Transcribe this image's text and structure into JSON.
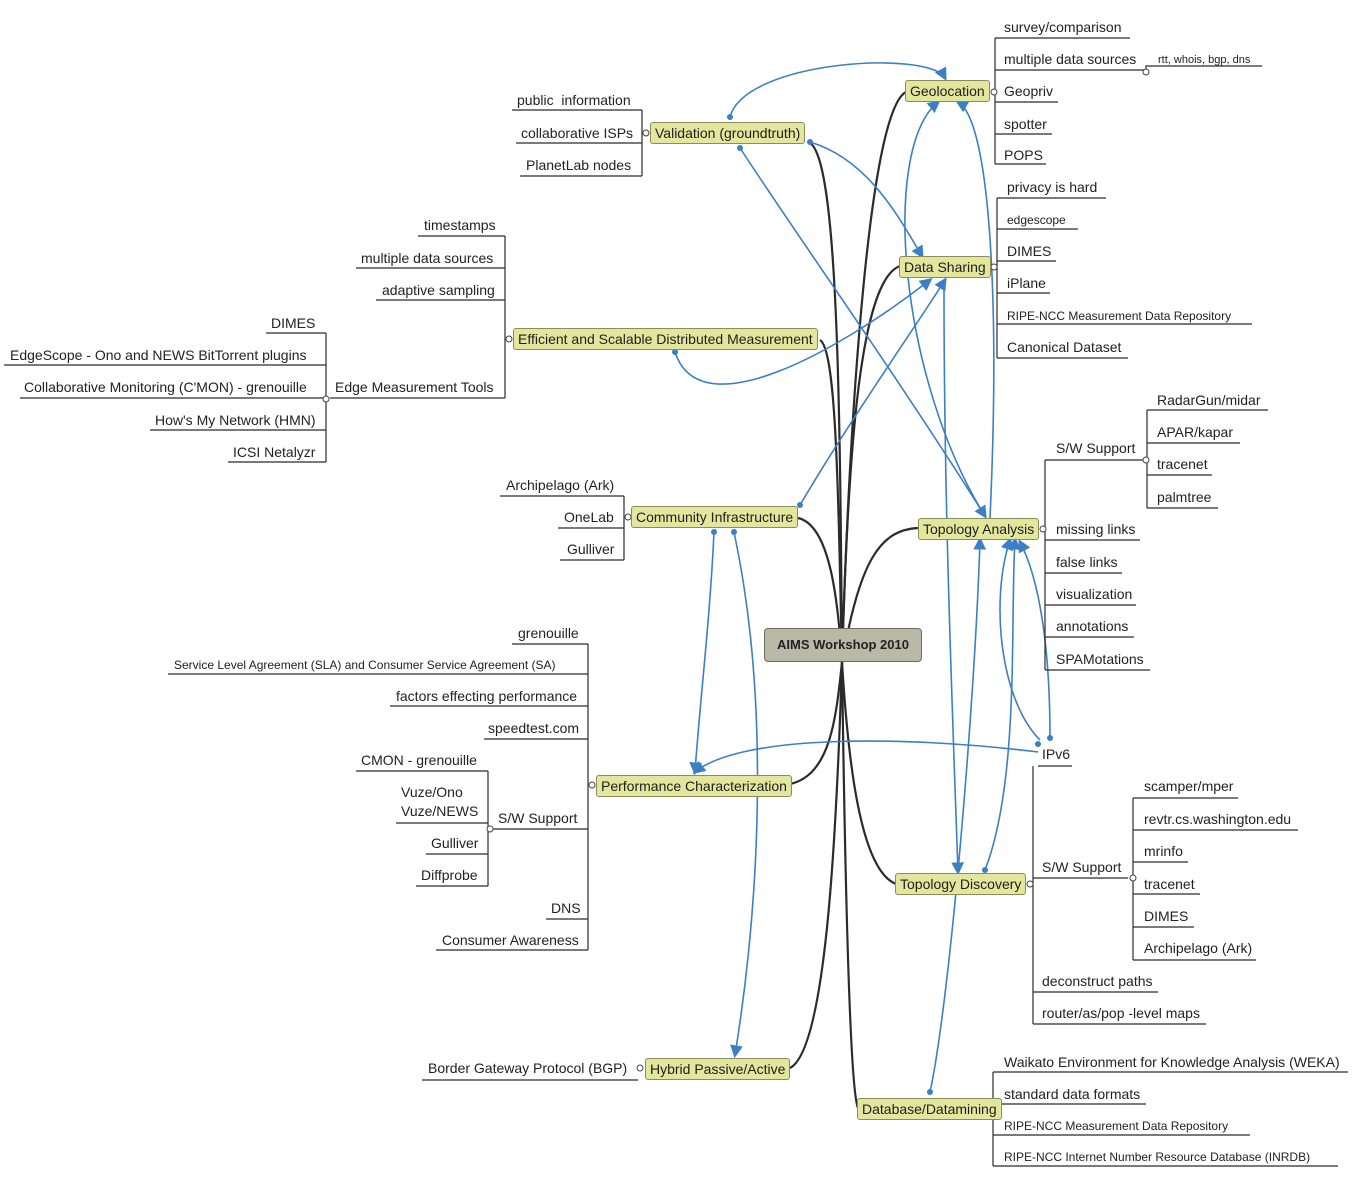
{
  "central": "AIMS Workshop 2010",
  "geolocation": {
    "title": "Geolocation",
    "items": [
      "survey/comparison",
      "multiple data sources",
      "Geopriv",
      "spotter",
      "POPS"
    ],
    "sub": "rtt, whois, bgp, dns"
  },
  "validation": {
    "title": "Validation (groundtruth)",
    "items": [
      "public  information",
      "collaborative ISPs",
      "PlanetLab nodes"
    ]
  },
  "data_sharing": {
    "title": "Data Sharing",
    "items": [
      "privacy is hard",
      "edgescope",
      "DIMES",
      "iPlane",
      "RIPE-NCC Measurement Data Repository",
      "Canonical Dataset"
    ]
  },
  "efficient": {
    "title": "Efficient and Scalable Distributed Measurement",
    "items": [
      "timestamps",
      "multiple data sources",
      "adaptive sampling",
      "Edge Measurement Tools"
    ],
    "edge_tools": [
      "DIMES",
      "EdgeScope - Ono and NEWS BitTorrent plugins",
      "Collaborative Monitoring (C'MON) - grenouille",
      "How's My Network (HMN)",
      "ICSI Netalyzr"
    ]
  },
  "topology_analysis": {
    "title": "Topology Analysis",
    "sw_label": "S/W Support",
    "sw": [
      "RadarGun/midar",
      "APAR/kapar",
      "tracenet",
      "palmtree"
    ],
    "items": [
      "missing links",
      "false links",
      "visualization",
      "annotations",
      "SPAMotations"
    ]
  },
  "community": {
    "title": "Community Infrastructure",
    "items": [
      "Archipelago (Ark)",
      "OneLab",
      "Gulliver"
    ]
  },
  "ipv6": "IPv6",
  "performance": {
    "title": "Performance Characterization",
    "items": [
      "grenouille",
      "Service Level Agreement (SLA) and Consumer Service Agreement (SA)",
      "factors effecting performance",
      "speedtest.com"
    ],
    "sw_label": "S/W Support",
    "sw": [
      "CMON - grenouille",
      "Vuze/Ono",
      "Vuze/NEWS",
      "Gulliver",
      "Diffprobe"
    ],
    "items2": [
      "DNS",
      "Consumer Awareness"
    ]
  },
  "topology_discovery": {
    "title": "Topology Discovery",
    "sw_label": "S/W Support",
    "sw": [
      "scamper/mper",
      "revtr.cs.washington.edu",
      "mrinfo",
      "tracenet",
      "DIMES",
      "Archipelago (Ark)"
    ],
    "items": [
      "deconstruct paths",
      "router/as/pop -level maps"
    ]
  },
  "hybrid": {
    "title": "Hybrid Passive/Active",
    "items": [
      "Border Gateway Protocol (BGP)"
    ]
  },
  "database": {
    "title": "Database/Datamining",
    "items": [
      "Waikato Environment for Knowledge Analysis (WEKA)",
      "standard data formats",
      "RIPE-NCC Measurement Data Repository",
      "RIPE-NCC Internet Number Resource Database (INRDB)"
    ]
  },
  "colors": {
    "topic_fill": "#e3e79d",
    "central_fill": "#b8b9a6",
    "relation": "#3b7fc4",
    "branch": "#2b2b2b"
  }
}
